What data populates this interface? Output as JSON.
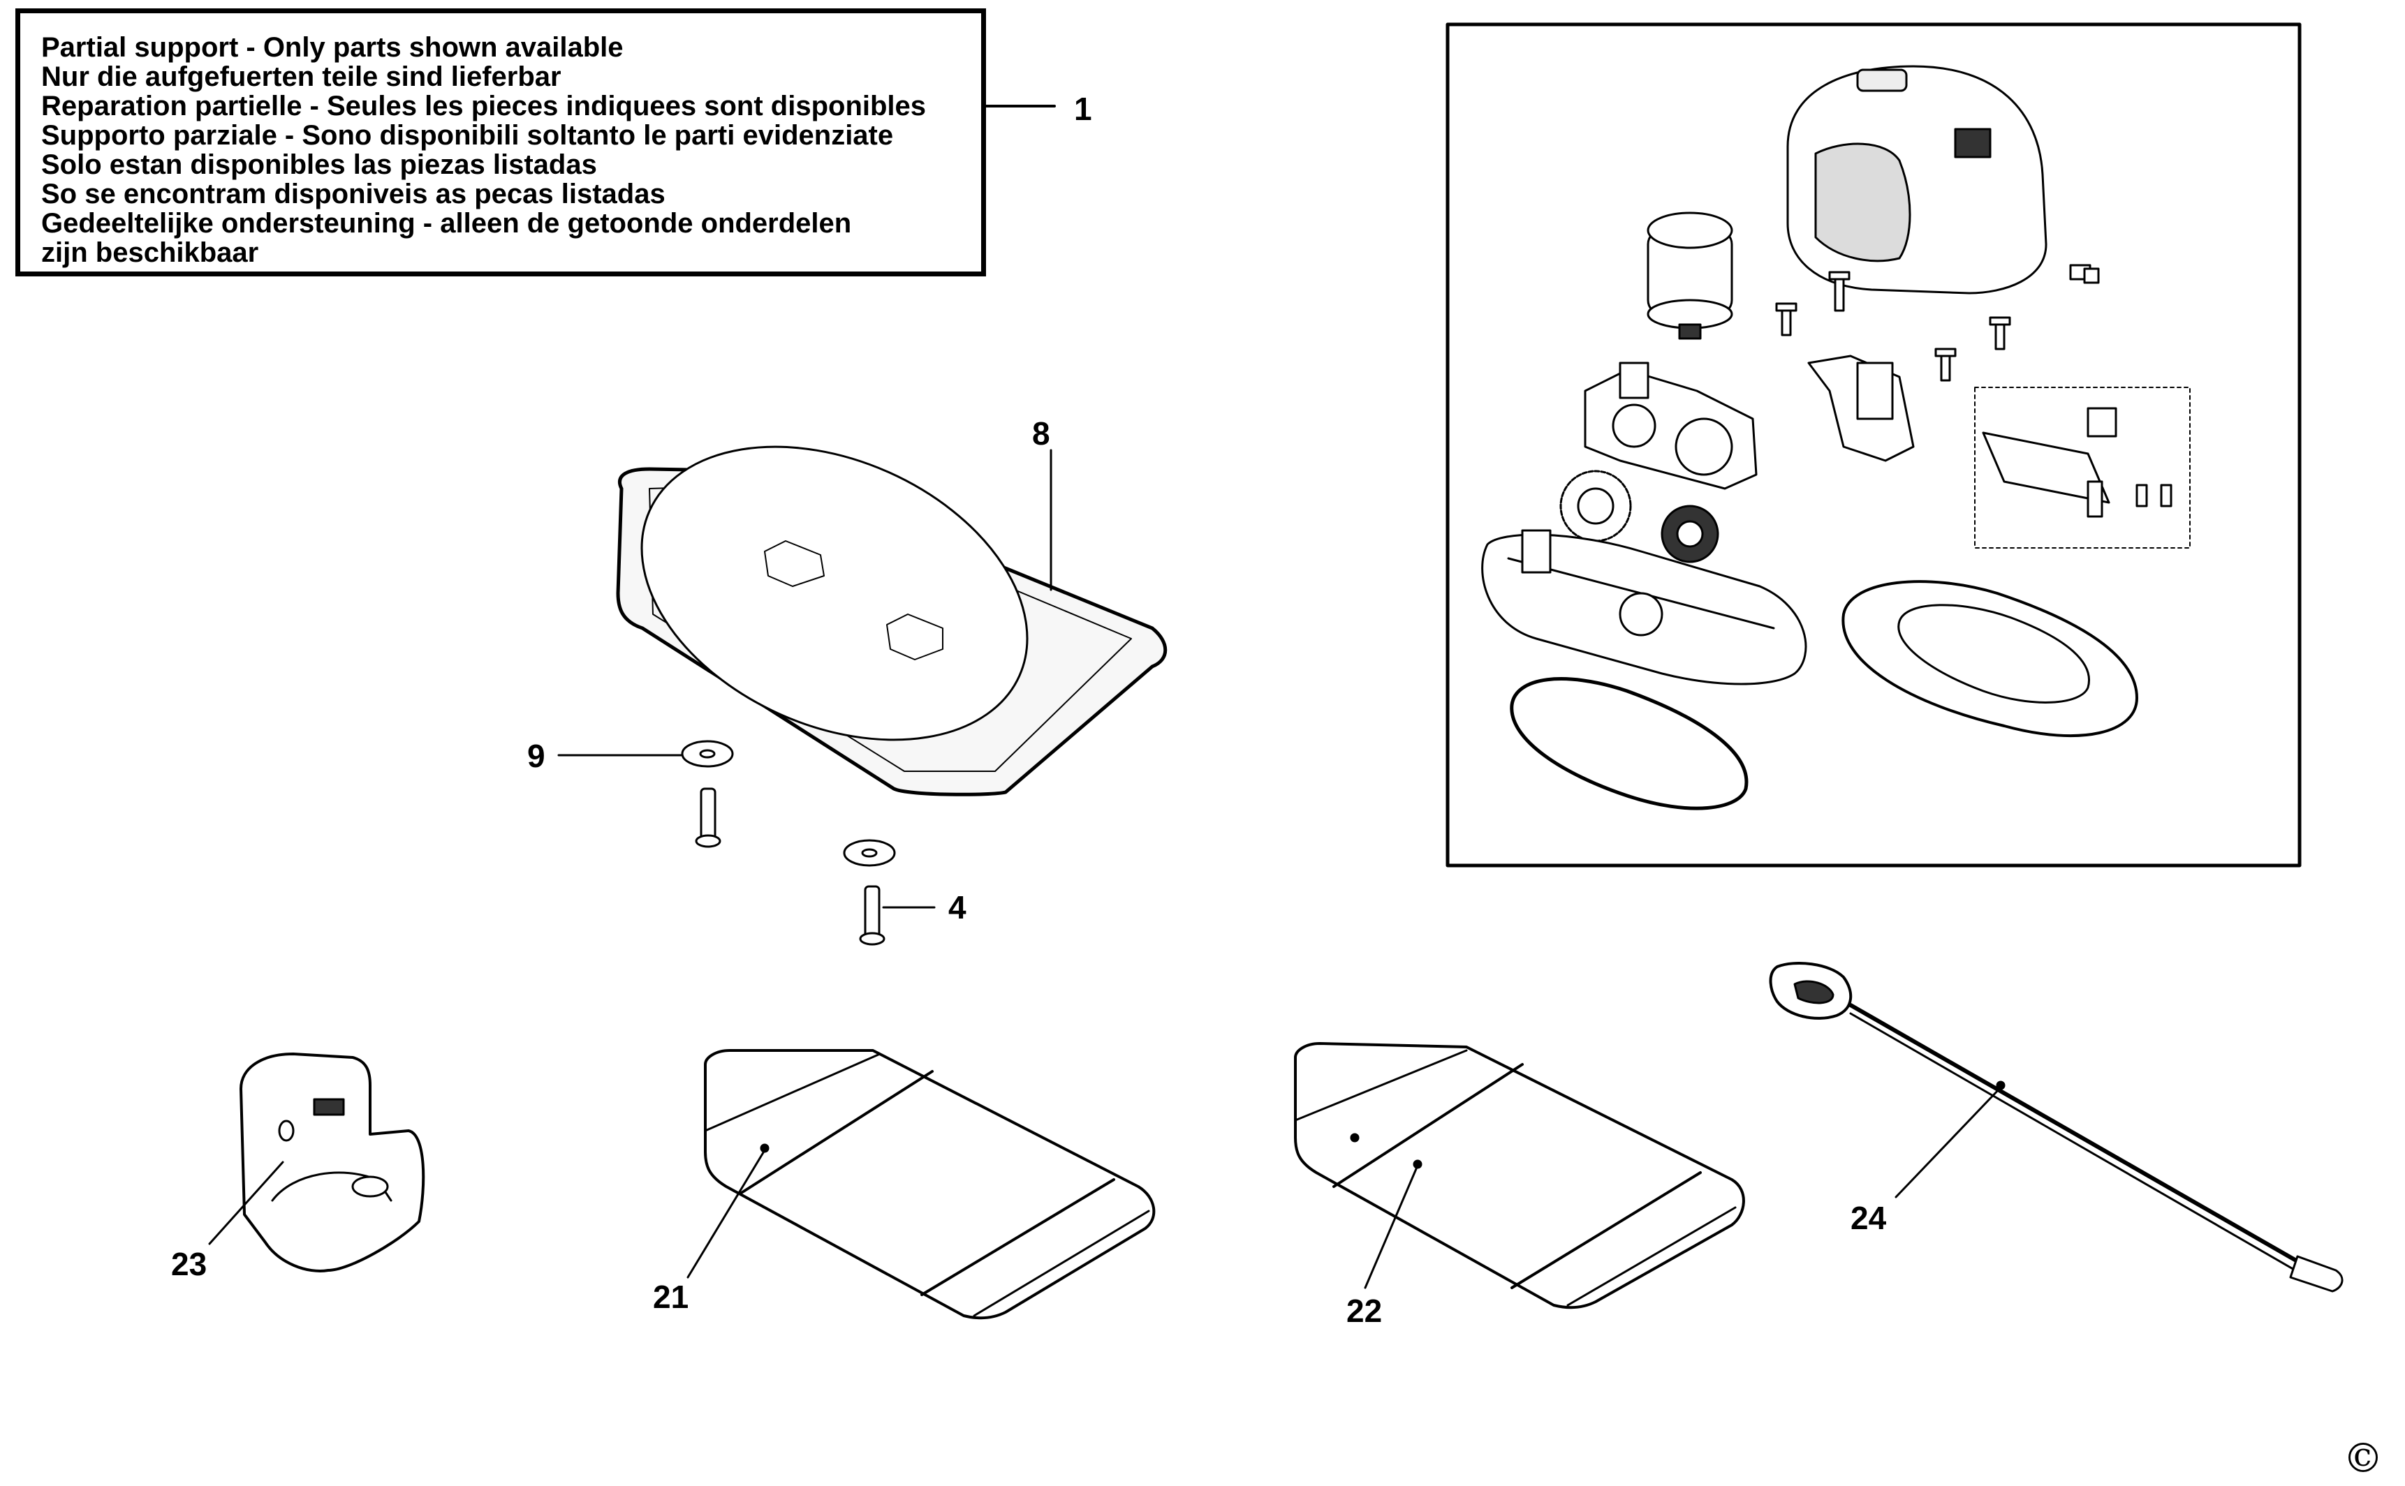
{
  "notice": {
    "lines": [
      "Partial support - Only parts shown available",
      "Nur die aufgefuerten teile sind lieferbar",
      "Reparation partielle - Seules les pieces indiquees sont disponibles",
      "Supporto parziale - Sono disponibili soltanto le parti evidenziate",
      "Solo estan disponibles las piezas listadas",
      "So se encontram disponiveis as pecas listadas",
      "Gedeeltelijke ondersteuning - alleen de getoonde onderdelen",
      "zijn beschikbaar"
    ],
    "ref": "1"
  },
  "callouts": {
    "c8": "8",
    "c9": "9",
    "c4": "4",
    "c23": "23",
    "c21": "21",
    "c22": "22",
    "c24": "24"
  },
  "copyright_symbol": "©"
}
